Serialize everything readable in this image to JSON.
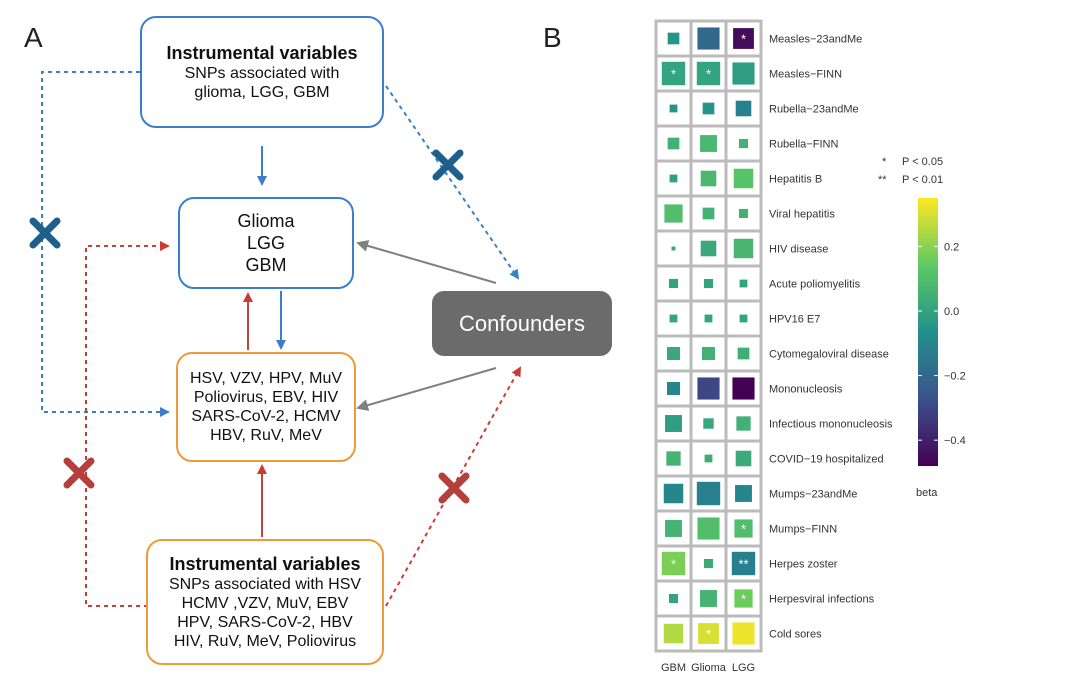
{
  "panel_a": {
    "label": "A",
    "top_box": {
      "title": "Instrumental variables",
      "lines": [
        "SNPs associated with",
        "glioma, LGG, GBM"
      ]
    },
    "outcome_box": {
      "lines": [
        "Glioma",
        "LGG",
        "GBM"
      ]
    },
    "virus_box": {
      "lines": [
        "HSV, VZV, HPV, MuV",
        "Poliovirus, EBV, HIV",
        "SARS-CoV-2, HCMV",
        "HBV, RuV, MeV"
      ]
    },
    "bottom_box": {
      "title": "Instrumental variables",
      "lines": [
        "SNPs associated with HSV",
        "HCMV ,VZV, MuV, EBV",
        "HPV, SARS-CoV-2, HBV",
        "HIV, RuV, MeV, Poliovirus"
      ]
    },
    "confounders": "Confounders",
    "colors": {
      "blue": "#3b7fcb",
      "red": "#cc3b32",
      "gray": "#808080",
      "cross_blue": "#1f5f8b",
      "cross_red": "#b3403c"
    }
  },
  "panel_b": {
    "label": "B",
    "significance_legend": [
      {
        "symbol": "*",
        "text": "P < 0.05"
      },
      {
        "symbol": "**",
        "text": "P < 0.01"
      }
    ],
    "colorbar": {
      "title": "beta",
      "ticks": [
        "0.2",
        "0.0",
        "−0.2",
        "−0.4"
      ]
    }
  },
  "chart_data": {
    "type": "heatmap",
    "columns": [
      "GBM",
      "Glioma",
      "LGG"
    ],
    "rows": [
      "Measles−23andMe",
      "Measles−FINN",
      "Rubella−23andMe",
      "Rubella−FINN",
      "Hepatitis B",
      "Viral hepatitis",
      "HIV disease",
      "Acute poliomyelitis",
      "HPV16 E7",
      "Cytomegaloviral disease",
      "Mononucleosis",
      "Infectious mononucleosis",
      "COVID−19 hospitalized",
      "Mumps−23andMe",
      "Mumps−FINN",
      "Herpes zoster",
      "Herpesviral infections",
      "Cold sores"
    ],
    "beta": [
      [
        -0.05,
        -0.2,
        -0.45
      ],
      [
        0.0,
        0.0,
        -0.02
      ],
      [
        -0.05,
        -0.05,
        -0.12
      ],
      [
        0.05,
        0.08,
        0.05
      ],
      [
        -0.01,
        0.08,
        0.12
      ],
      [
        0.1,
        0.05,
        0.05
      ],
      [
        0.0,
        0.02,
        0.07
      ],
      [
        0.0,
        0.0,
        0.0
      ],
      [
        0.0,
        0.0,
        0.0
      ],
      [
        0.02,
        0.05,
        0.04
      ],
      [
        -0.1,
        -0.3,
        -0.48
      ],
      [
        -0.02,
        0.02,
        0.05
      ],
      [
        0.06,
        0.04,
        0.03
      ],
      [
        -0.1,
        -0.12,
        -0.1
      ],
      [
        0.06,
        0.1,
        0.1
      ],
      [
        0.18,
        0.03,
        -0.12
      ],
      [
        0.0,
        0.06,
        0.16
      ],
      [
        0.25,
        0.3,
        0.33
      ]
    ],
    "size": [
      [
        0.45,
        0.85,
        0.8
      ],
      [
        0.9,
        0.9,
        0.85
      ],
      [
        0.3,
        0.45,
        0.6
      ],
      [
        0.45,
        0.65,
        0.35
      ],
      [
        0.3,
        0.6,
        0.75
      ],
      [
        0.7,
        0.45,
        0.35
      ],
      [
        0.15,
        0.6,
        0.75
      ],
      [
        0.35,
        0.35,
        0.3
      ],
      [
        0.3,
        0.3,
        0.3
      ],
      [
        0.5,
        0.5,
        0.45
      ],
      [
        0.5,
        0.85,
        0.85
      ],
      [
        0.65,
        0.4,
        0.55
      ],
      [
        0.55,
        0.3,
        0.6
      ],
      [
        0.75,
        0.9,
        0.65
      ],
      [
        0.65,
        0.85,
        0.7
      ],
      [
        0.9,
        0.35,
        0.9
      ],
      [
        0.35,
        0.65,
        0.7
      ],
      [
        0.75,
        0.8,
        0.85
      ]
    ],
    "significance": [
      [
        "",
        "",
        "*"
      ],
      [
        "*",
        "*",
        ""
      ],
      [
        "",
        "",
        ""
      ],
      [
        "",
        "",
        ""
      ],
      [
        "",
        "",
        ""
      ],
      [
        "",
        "",
        ""
      ],
      [
        "",
        "",
        ""
      ],
      [
        "",
        "",
        ""
      ],
      [
        "",
        "",
        ""
      ],
      [
        "",
        "",
        ""
      ],
      [
        "",
        "",
        ""
      ],
      [
        "",
        "",
        ""
      ],
      [
        "",
        "",
        ""
      ],
      [
        "",
        "",
        ""
      ],
      [
        "",
        "",
        "*"
      ],
      [
        "*",
        "",
        "**"
      ],
      [
        "",
        "",
        "*"
      ],
      [
        "",
        "*",
        ""
      ]
    ],
    "color_range": [
      -0.48,
      0.35
    ],
    "colorbar_label": "beta"
  }
}
